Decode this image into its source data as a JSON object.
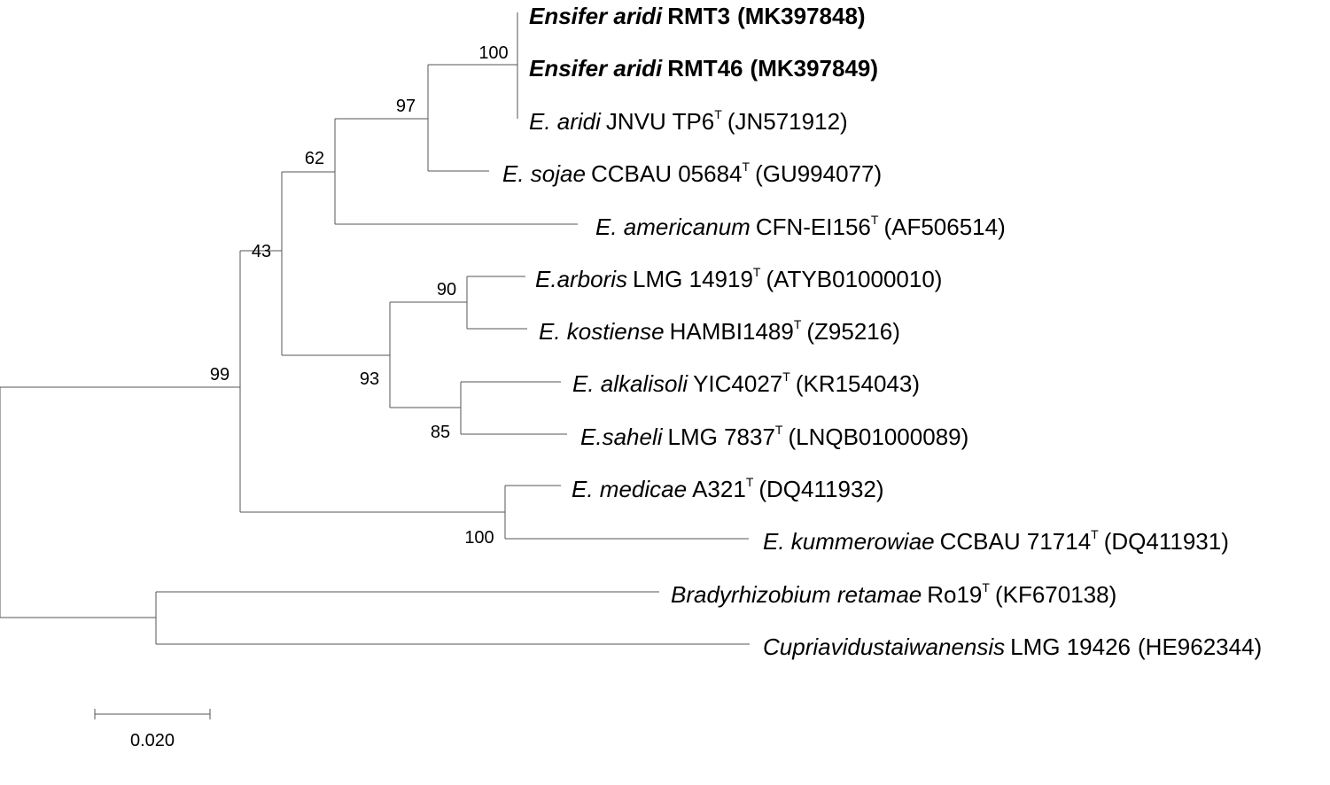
{
  "tips": [
    {
      "species": "Ensifer aridi",
      "strain": "RMT3",
      "accession": "(MK397848)",
      "type_strain": false,
      "bold": true
    },
    {
      "species": "Ensifer aridi",
      "strain": "RMT46",
      "accession": "(MK397849)",
      "type_strain": false,
      "bold": true
    },
    {
      "species": "E. aridi",
      "strain": "JNVU TP6",
      "accession": "(JN571912)",
      "type_strain": true,
      "bold": false
    },
    {
      "species": "E. sojae",
      "strain": "CCBAU 05684",
      "accession": "(GU994077)",
      "type_strain": true,
      "bold": false
    },
    {
      "species": "E. americanum",
      "strain": "CFN-EI156",
      "accession": "(AF506514)",
      "type_strain": true,
      "bold": false
    },
    {
      "species": "E.arboris",
      "strain": "LMG 14919",
      "accession": "(ATYB01000010)",
      "type_strain": true,
      "bold": false
    },
    {
      "species": "E. kostiense",
      "strain": "HAMBI1489",
      "accession": "(Z95216)",
      "type_strain": true,
      "bold": false
    },
    {
      "species": "E. alkalisoli",
      "strain": "YIC4027",
      "accession": "(KR154043)",
      "type_strain": true,
      "bold": false
    },
    {
      "species": "E.saheli",
      "strain": "LMG 7837",
      "accession": "(LNQB01000089)",
      "type_strain": true,
      "bold": false
    },
    {
      "species": "E. medicae",
      "strain": "A321",
      "accession": "(DQ411932)",
      "type_strain": true,
      "bold": false
    },
    {
      "species": "E. kummerowiae",
      "strain": "CCBAU 71714",
      "accession": "(DQ411931)",
      "type_strain": true,
      "bold": false
    },
    {
      "species": "Bradyrhizobium retamae",
      "strain": "Ro19",
      "accession": "(KF670138)",
      "type_strain": true,
      "bold": false
    },
    {
      "species": "Cupriavidustaiwanensis",
      "strain": "LMG 19426",
      "accession": "(HE962344)",
      "type_strain": false,
      "bold": false
    }
  ],
  "type_marker": "T",
  "bootstrap": {
    "aridi_clade": "100",
    "aridi_sojae": "97",
    "with_americanum": "62",
    "ensifer_core": "43",
    "arboris_kostiense": "90",
    "alkalisoli_saheli_group": "93",
    "alkalisoli_saheli": "85",
    "medicae_kummerowiae": "100",
    "ensifer_all": "99"
  },
  "scale_bar": {
    "label": "0.020"
  }
}
